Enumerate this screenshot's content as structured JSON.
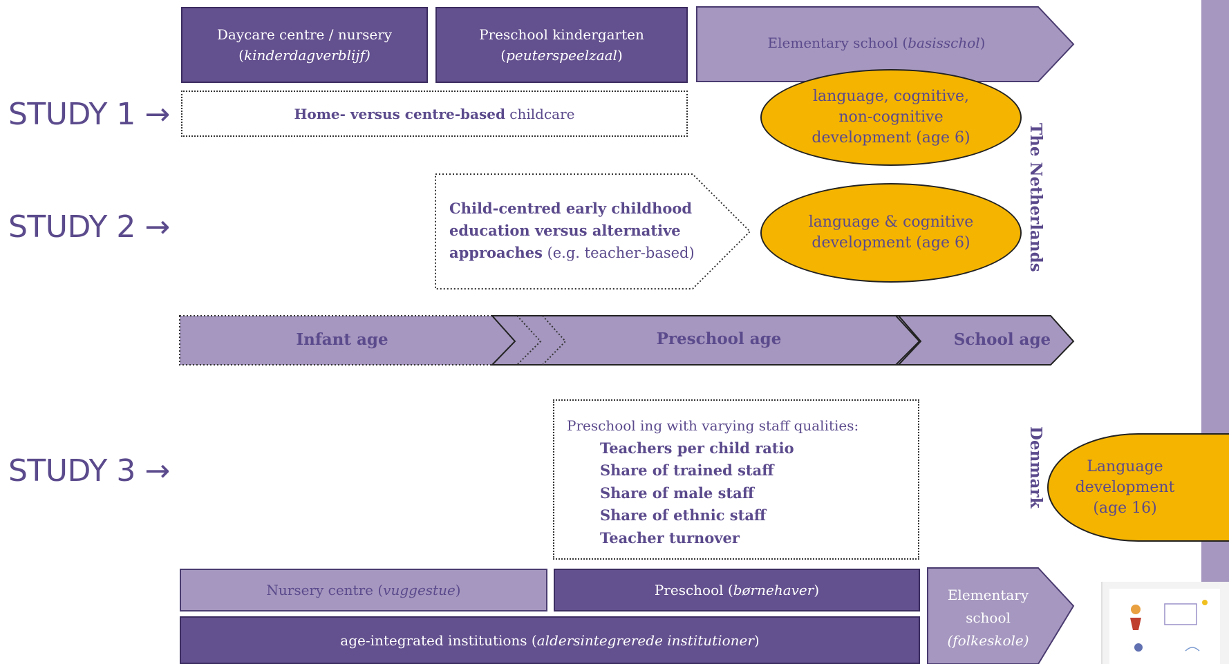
{
  "netherlands": {
    "daycare": {
      "line1": "Daycare centre / nursery",
      "line2_open": "(",
      "line2_italic": "kinderdagverblijf)",
      "line2_close": ""
    },
    "preschool": {
      "line1": "Preschool kindergarten",
      "line2_open": "(",
      "line2_italic": "peuterspeelzaal",
      "line2_close": ")"
    },
    "elementary": {
      "text": "Elementary school (",
      "italic": "basisschol",
      "close": ")"
    },
    "study1_box": {
      "bold": "Home- versus centre-based",
      "rest": " childcare"
    },
    "study1_outcome": [
      "language, cognitive,",
      "non-cognitive",
      "development (age 6)"
    ],
    "study2_box": {
      "lines": [
        "Child-centred early childhood",
        "education versus alternative"
      ],
      "bold_last": "approaches",
      "rest_last": " (e.g. teacher-based)"
    },
    "study2_outcome": [
      "language & cognitive",
      "development (age 6)"
    ],
    "country": "The Netherlands"
  },
  "studies": {
    "s1": "STUDY 1 →",
    "s2": "STUDY 2 →",
    "s3": "STUDY 3 →"
  },
  "timeline": {
    "infant": "Infant age",
    "preschool": "Preschool age",
    "school": "School age"
  },
  "denmark": {
    "staff_box": {
      "heading": "Preschool ing with varying staff qualities:",
      "items": [
        "Teachers per child ratio",
        "Share of trained staff",
        "Share of male staff",
        "Share of ethnic staff",
        "Teacher turnover"
      ]
    },
    "outcome": [
      "Language",
      "development",
      "(age 16)"
    ],
    "country": "Denmark",
    "nursery": {
      "text": "Nursery centre (",
      "italic": "vuggestue",
      "close": ")"
    },
    "preschool": {
      "text": "Preschool (",
      "italic": "børnehaver",
      "close": ")"
    },
    "integrated": {
      "text": "age-integrated institutions (",
      "italic": "aldersintegrerede institutioner",
      "close": ")"
    },
    "elementary": {
      "line1": "Elementary",
      "line2": "school",
      "line3_italic": "(folkeskole)"
    }
  },
  "colors": {
    "dark_purple": "#63508e",
    "light_purple": "#a597bf",
    "gold": "#f4b400",
    "text_purple": "#5b4a8c"
  }
}
